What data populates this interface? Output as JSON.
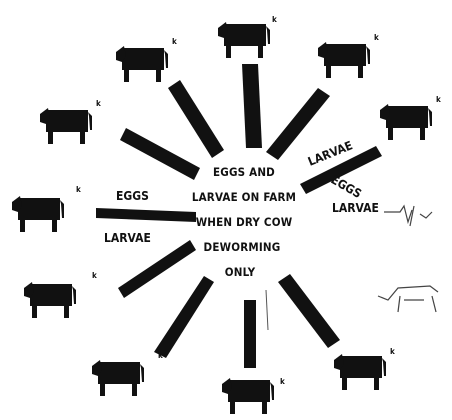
{
  "center": {
    "lines": [
      "EGGS AND",
      "LARVAE ON FARM",
      "WHEN DRY COW",
      "DEWORMING",
      "ONLY"
    ]
  },
  "left_labels": {
    "top": "EGGS",
    "bottom": "LARVAE"
  },
  "right_labels": {
    "larvae": "LARVAE",
    "eggs": "EGGS",
    "larvae2": "LARVAE"
  },
  "cow_mark": "k",
  "colors": {
    "ink": "#111111",
    "background": "#ffffff"
  }
}
